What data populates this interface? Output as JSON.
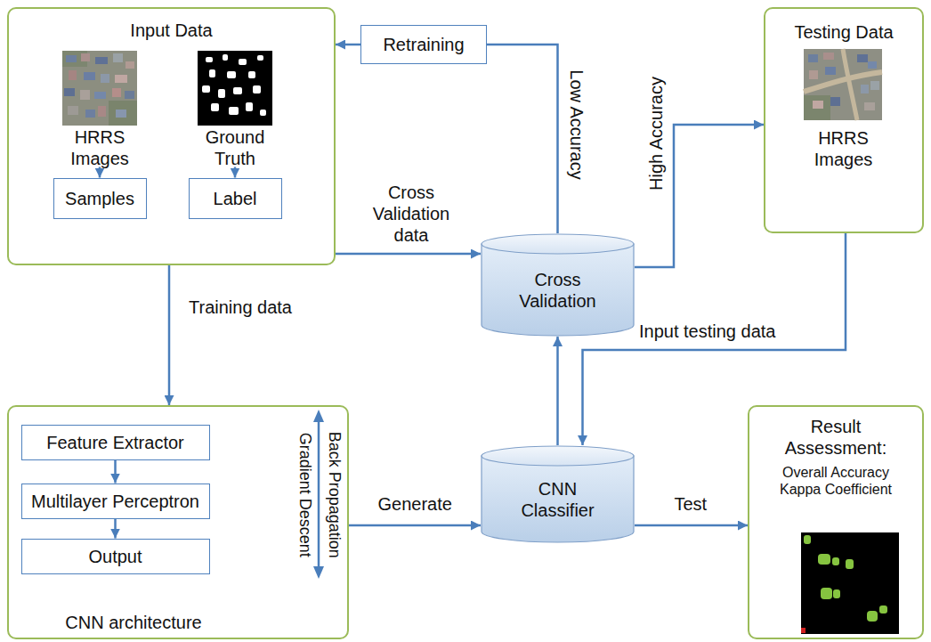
{
  "diagram": {
    "nodes": [
      {
        "text": [
          "Input Data"
        ]
      },
      {
        "text": [
          "HRRS Images"
        ],
        "in": 0
      },
      {
        "text": [
          "Ground Truth"
        ],
        "in": 0
      },
      {
        "text": [
          "Samples"
        ],
        "in": 0
      },
      {
        "text": [
          "Label"
        ],
        "in": 0
      },
      {
        "text": [
          "Retraining"
        ]
      },
      {
        "text": [
          "Testing Data"
        ]
      },
      {
        "text": [
          "HRRS Images"
        ],
        "in": 6
      },
      {
        "text": [
          "Cross Validation"
        ]
      },
      {
        "text": [
          "CNN architecture"
        ]
      },
      {
        "text": [
          "Feature Extractor"
        ],
        "in": 9
      },
      {
        "text": [
          "Multilayer Perceptron"
        ],
        "in": 9
      },
      {
        "text": [
          "Output"
        ],
        "in": 9
      },
      {
        "text": [
          "CNN Classifier"
        ]
      },
      {
        "text": [
          "Result Assessment:",
          "Overall Accuracy Kappa Coefficient"
        ]
      }
    ],
    "edges": [
      {
        "from": 0,
        "to": 8,
        "arrow": "to",
        "label": "Cross Validation data"
      },
      {
        "from": 8,
        "to": 5,
        "arrow": "none",
        "label": "Low Accuracy"
      },
      {
        "from": 5,
        "to": 0,
        "arrow": "to"
      },
      {
        "from": 8,
        "to": 6,
        "arrow": "to",
        "label": "High Accuracy"
      },
      {
        "from": 0,
        "to": 9,
        "arrow": "to",
        "label": "Training data"
      },
      {
        "from": 9,
        "to": 13,
        "arrow": "to",
        "label": "Generate"
      },
      {
        "from": 13,
        "to": 8,
        "arrow": "to"
      },
      {
        "from": 6,
        "to": 13,
        "arrow": "to",
        "label": "Input testing data"
      },
      {
        "from": 13,
        "to": 14,
        "arrow": "to",
        "label": "Test"
      },
      {
        "from": 10,
        "to": 11,
        "arrow": "to"
      },
      {
        "from": 11,
        "to": 12,
        "arrow": "to"
      },
      {
        "from": 1,
        "to": 3,
        "arrow": "to"
      },
      {
        "from": 2,
        "to": 4,
        "arrow": "to"
      }
    ],
    "labels": [
      "Back Propagation",
      "Gradient Descent"
    ]
  }
}
